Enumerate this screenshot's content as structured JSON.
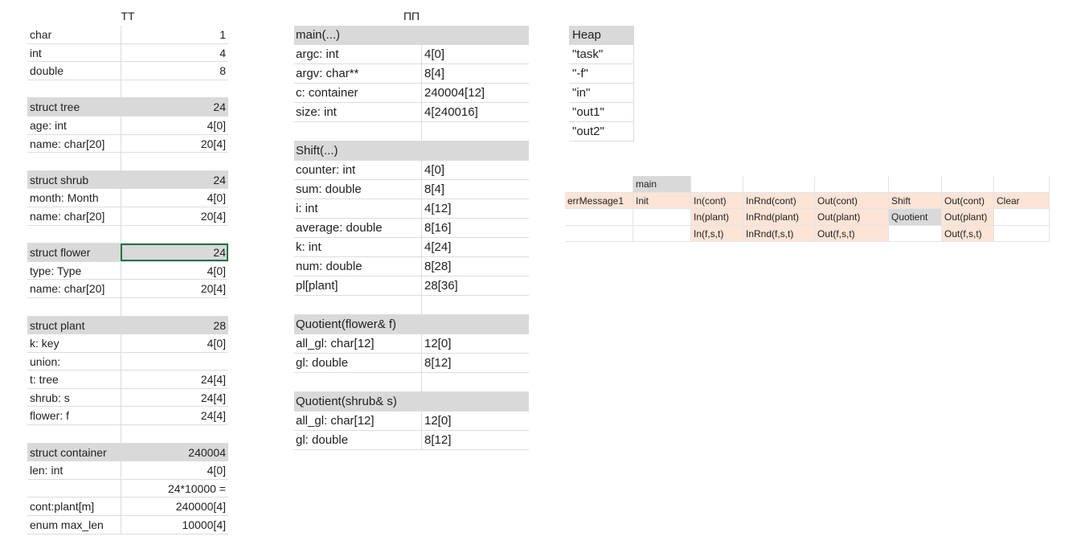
{
  "tt": {
    "title": "TT",
    "rows": [
      {
        "name": "char",
        "value": "1"
      },
      {
        "name": "int",
        "value": "4"
      },
      {
        "name": "double",
        "value": "8"
      },
      {
        "name": "",
        "value": ""
      },
      {
        "name": "struct tree",
        "value": "24",
        "header": true
      },
      {
        "name": "age: int",
        "value": "4[0]"
      },
      {
        "name": "name: char[20]",
        "value": "20[4]"
      },
      {
        "name": "",
        "value": ""
      },
      {
        "name": "struct shrub",
        "value": "24",
        "header": true
      },
      {
        "name": "month: Month",
        "value": "4[0]"
      },
      {
        "name": "name: char[20]",
        "value": "20[4]"
      },
      {
        "name": "",
        "value": ""
      },
      {
        "name": "struct flower",
        "value": "24",
        "header": true,
        "selected": true
      },
      {
        "name": "type: Type",
        "value": "4[0]"
      },
      {
        "name": "name: char[20]",
        "value": "20[4]"
      },
      {
        "name": "",
        "value": ""
      },
      {
        "name": "struct plant",
        "value": "28",
        "header": true
      },
      {
        "name": "k: key",
        "value": "4[0]"
      },
      {
        "name": "union:",
        "value": ""
      },
      {
        "name": "t: tree",
        "value": "24[4]"
      },
      {
        "name": "shrub: s",
        "value": "24[4]"
      },
      {
        "name": "flower: f",
        "value": "24[4]"
      },
      {
        "name": "",
        "value": ""
      },
      {
        "name": "struct container",
        "value": "240004",
        "header": true
      },
      {
        "name": "len: int",
        "value": "4[0]"
      },
      {
        "name": "",
        "value": "24*10000 ="
      },
      {
        "name": "cont:plant[m]",
        "value": "240000[4]"
      },
      {
        "name": "enum max_len",
        "value": "10000[4]"
      }
    ]
  },
  "pp": {
    "title": "ПП",
    "rows": [
      {
        "name": "main(...)",
        "value": "",
        "header": true
      },
      {
        "name": "argc: int",
        "value": "4[0]"
      },
      {
        "name": "argv: char**",
        "value": "8[4]"
      },
      {
        "name": "c: container",
        "value": "240004[12]"
      },
      {
        "name": "size: int",
        "value": "4[240016]"
      },
      {
        "name": "",
        "value": ""
      },
      {
        "name": "Shift(...)",
        "value": "",
        "header": true
      },
      {
        "name": "counter: int",
        "value": "4[0]"
      },
      {
        "name": "sum: double",
        "value": "8[4]"
      },
      {
        "name": "i: int",
        "value": "4[12]"
      },
      {
        "name": "average: double",
        "value": "8[16]"
      },
      {
        "name": "k: int",
        "value": "4[24]"
      },
      {
        "name": "num: double",
        "value": "8[28]"
      },
      {
        "name": "pl[plant]",
        "value": "28[36]"
      },
      {
        "name": "",
        "value": ""
      },
      {
        "name": "Quotient(flower& f)",
        "value": "",
        "header": true
      },
      {
        "name": "all_gl: char[12]",
        "value": "12[0]"
      },
      {
        "name": "gl: double",
        "value": "8[12]"
      },
      {
        "name": "",
        "value": ""
      },
      {
        "name": "Quotient(shrub& s)",
        "value": "",
        "header": true
      },
      {
        "name": "all_gl: char[12]",
        "value": "12[0]"
      },
      {
        "name": "gl: double",
        "value": "8[12]"
      }
    ]
  },
  "heap": {
    "title": "Heap",
    "items": [
      "\"task\"",
      "\"-f\"",
      "\"in\"",
      "\"out1\"",
      "\"out2\""
    ]
  },
  "calls": {
    "rows": [
      [
        {
          "text": "",
          "bg": ""
        },
        {
          "text": "main",
          "bg": "gray"
        },
        {
          "text": "",
          "bg": ""
        },
        {
          "text": "",
          "bg": ""
        },
        {
          "text": "",
          "bg": ""
        },
        {
          "text": "",
          "bg": ""
        },
        {
          "text": "",
          "bg": ""
        },
        {
          "text": "",
          "bg": ""
        }
      ],
      [
        {
          "text": "errMessage1",
          "bg": "peach"
        },
        {
          "text": "Init",
          "bg": "peach"
        },
        {
          "text": "In(cont)",
          "bg": "peach"
        },
        {
          "text": "InRnd(cont)",
          "bg": "peach"
        },
        {
          "text": "Out(cont)",
          "bg": "peach"
        },
        {
          "text": "Shift",
          "bg": "peach"
        },
        {
          "text": "Out(cont)",
          "bg": "peach"
        },
        {
          "text": "Clear",
          "bg": "peach"
        }
      ],
      [
        {
          "text": "",
          "bg": ""
        },
        {
          "text": "",
          "bg": ""
        },
        {
          "text": "In(plant)",
          "bg": "peach"
        },
        {
          "text": "InRnd(plant)",
          "bg": "peach"
        },
        {
          "text": "Out(plant)",
          "bg": "peach"
        },
        {
          "text": "Quotient",
          "bg": "gray"
        },
        {
          "text": "Out(plant)",
          "bg": "peach"
        },
        {
          "text": "",
          "bg": ""
        }
      ],
      [
        {
          "text": "",
          "bg": ""
        },
        {
          "text": "",
          "bg": ""
        },
        {
          "text": "In(f,s,t)",
          "bg": "peach"
        },
        {
          "text": "InRnd(f,s,t)",
          "bg": "peach"
        },
        {
          "text": "Out(f,s,t)",
          "bg": "peach"
        },
        {
          "text": "",
          "bg": ""
        },
        {
          "text": "Out(f,s,t)",
          "bg": "peach"
        },
        {
          "text": "",
          "bg": ""
        }
      ]
    ]
  }
}
